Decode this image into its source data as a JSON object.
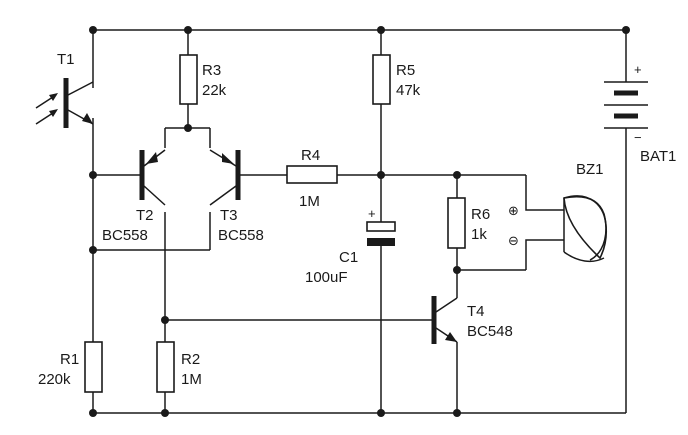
{
  "components": {
    "t1": {
      "ref": "T1"
    },
    "t2": {
      "ref": "T2",
      "value": "BC558"
    },
    "t3": {
      "ref": "T3",
      "value": "BC558"
    },
    "t4": {
      "ref": "T4",
      "value": "BC548"
    },
    "r1": {
      "ref": "R1",
      "value": "220k"
    },
    "r2": {
      "ref": "R2",
      "value": "1M"
    },
    "r3": {
      "ref": "R3",
      "value": "22k"
    },
    "r4": {
      "ref": "R4",
      "value": "1M"
    },
    "r5": {
      "ref": "R5",
      "value": "47k"
    },
    "r6": {
      "ref": "R6",
      "value": "1k"
    },
    "c1": {
      "ref": "C1",
      "value": "100uF",
      "polarity": "+"
    },
    "bat1": {
      "ref": "BAT1",
      "plus": "+",
      "minus": "−"
    },
    "bz1": {
      "ref": "BZ1",
      "plus": "⊕",
      "minus": "⊖"
    }
  }
}
